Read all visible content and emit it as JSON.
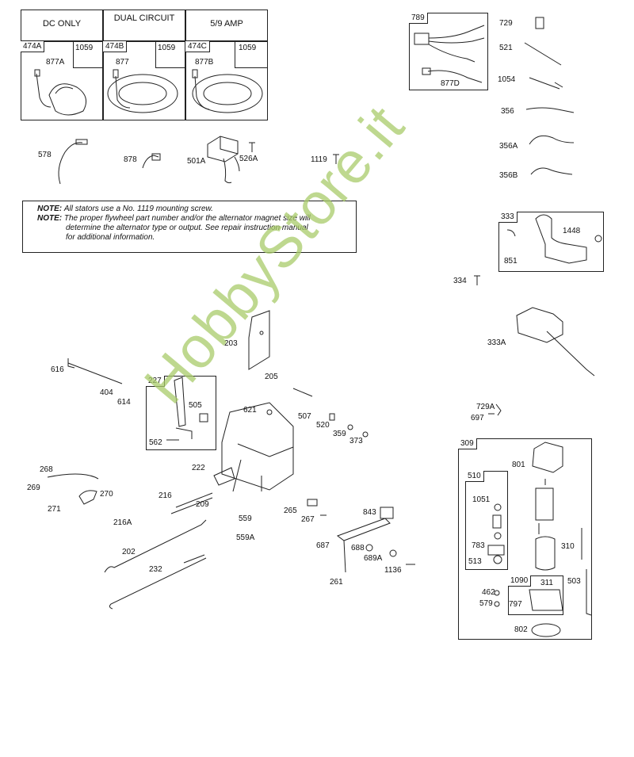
{
  "stator_table": {
    "headers": [
      "DC ONLY",
      "DUAL CIRCUIT",
      "5/9 AMP"
    ],
    "cells": [
      {
        "part": "474A",
        "screw": "1059",
        "lead": "877A"
      },
      {
        "part": "474B",
        "screw": "1059",
        "lead": "877"
      },
      {
        "part": "474C",
        "screw": "1059",
        "lead": "877B"
      }
    ]
  },
  "note": {
    "label": "NOTE:",
    "line1": "All stators use a No. 1119 mounting screw.",
    "line2a": "The proper flywheel part number and/or the alternator magnet size will",
    "line2b": "determine the alternator type or output. See repair instruction manual",
    "line2c": "for additional information."
  },
  "kits": {
    "k789": "789",
    "k333": "333",
    "k227": "227",
    "k309": "309",
    "k510": "510",
    "k1090": "1090"
  },
  "parts": {
    "p578": "578",
    "p878": "878",
    "p501A": "501A",
    "p526A": "526A",
    "p1119": "1119",
    "p877D": "877D",
    "p729": "729",
    "p521": "521",
    "p1054": "1054",
    "p356": "356",
    "p356A": "356A",
    "p356B": "356B",
    "p1448": "1448",
    "p851": "851",
    "p334": "334",
    "p333A": "333A",
    "p203": "203",
    "p205": "205",
    "p616": "616",
    "p404": "404",
    "p614": "614",
    "p505": "505",
    "p562": "562",
    "p621": "621",
    "p507": "507",
    "p520": "520",
    "p359": "359",
    "p373": "373",
    "p729A": "729A",
    "p697": "697",
    "p268": "268",
    "p269": "269",
    "p271": "271",
    "p270": "270",
    "p222": "222",
    "p216": "216",
    "p209": "209",
    "p216A": "216A",
    "p265": "265",
    "p267": "267",
    "p559": "559",
    "p559A": "559A",
    "p843": "843",
    "p687": "687",
    "p688": "688",
    "p689A": "689A",
    "p1136": "1136",
    "p261": "261",
    "p202": "202",
    "p232": "232",
    "p801": "801",
    "p1051": "1051",
    "p783": "783",
    "p513": "513",
    "p310": "310",
    "p503": "503",
    "p311": "311",
    "p462": "462",
    "p579": "579",
    "p797": "797",
    "p802": "802"
  },
  "watermark": "HobbyStore.it"
}
